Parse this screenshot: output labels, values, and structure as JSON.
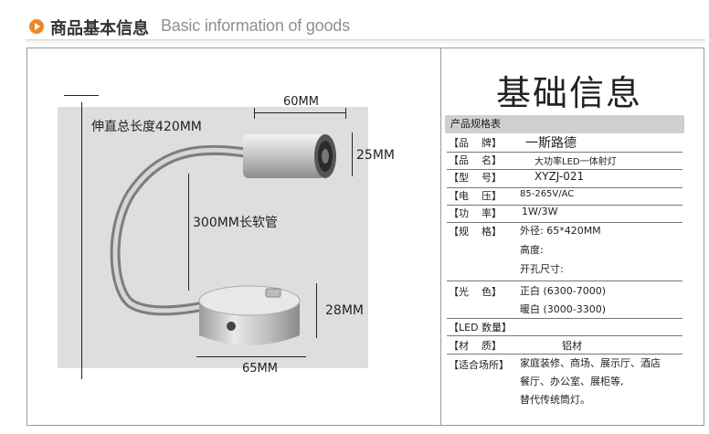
{
  "header": {
    "title_cn": "商品基本信息",
    "title_en": "Basic information of goods",
    "icon": "play-circle-icon",
    "icon_color": "#f0852a"
  },
  "panel": {
    "title": "基础信息",
    "spec_header": "产品规格表",
    "rows": [
      {
        "label": "【品    牌】",
        "value": [
          "一斯路德"
        ]
      },
      {
        "label": "【品    名】",
        "value": [
          "大功率LED一体射灯"
        ]
      },
      {
        "label": "【型    号】",
        "value": [
          "XYZJ-021"
        ]
      },
      {
        "label": "【电    压】",
        "value": [
          "85-265V/AC"
        ]
      },
      {
        "label": "【功    率】",
        "value": [
          "1W/3W"
        ]
      },
      {
        "label": "【规    格】",
        "value": [
          "外径: 65*420MM",
          "高度:",
          "开孔尺寸:"
        ]
      },
      {
        "label": "【光    色】",
        "value": [
          "正白 (6300-7000)",
          "暖白 (3000-3300)"
        ]
      },
      {
        "label": "【LED 数量】",
        "value": [
          ""
        ]
      },
      {
        "label": "【材    质】",
        "value": [
          "铝材"
        ]
      },
      {
        "label": "【适合场所】",
        "value": [
          "家庭装修、商场、展示厅、酒店",
          "餐厅、办公室、展柜等,",
          "替代传统筒灯。"
        ]
      }
    ]
  },
  "annotations": {
    "top_width": "60MM",
    "total_length": "伸直总长度420MM",
    "head_diameter": "25MM",
    "hose_length": "300MM长软管",
    "base_height": "28MM",
    "base_width": "65MM"
  }
}
